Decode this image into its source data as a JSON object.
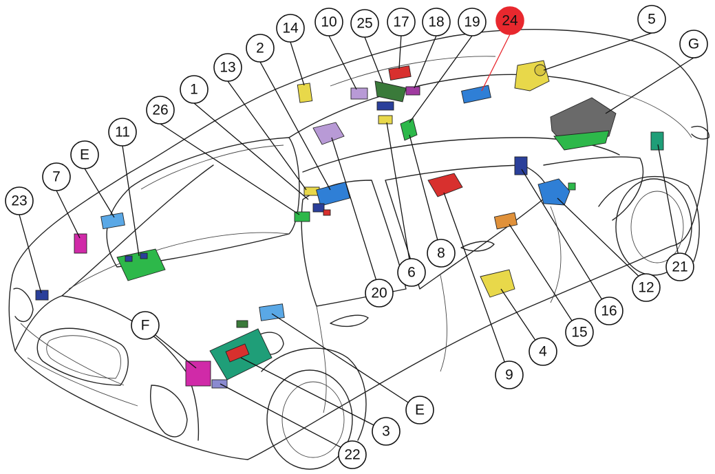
{
  "callouts": [
    {
      "id": "c1",
      "label": "1",
      "highlight": false
    },
    {
      "id": "c2",
      "label": "2",
      "highlight": false
    },
    {
      "id": "c3",
      "label": "3",
      "highlight": false
    },
    {
      "id": "c4",
      "label": "4",
      "highlight": false
    },
    {
      "id": "c5",
      "label": "5",
      "highlight": false
    },
    {
      "id": "c6",
      "label": "6",
      "highlight": false
    },
    {
      "id": "c7",
      "label": "7",
      "highlight": false
    },
    {
      "id": "c8",
      "label": "8",
      "highlight": false
    },
    {
      "id": "c9",
      "label": "9",
      "highlight": false
    },
    {
      "id": "c10",
      "label": "10",
      "highlight": false
    },
    {
      "id": "c11",
      "label": "11",
      "highlight": false
    },
    {
      "id": "c12",
      "label": "12",
      "highlight": false
    },
    {
      "id": "c13",
      "label": "13",
      "highlight": false
    },
    {
      "id": "c14",
      "label": "14",
      "highlight": false
    },
    {
      "id": "c15",
      "label": "15",
      "highlight": false
    },
    {
      "id": "c16",
      "label": "16",
      "highlight": false
    },
    {
      "id": "c17",
      "label": "17",
      "highlight": false
    },
    {
      "id": "c18",
      "label": "18",
      "highlight": false
    },
    {
      "id": "c19",
      "label": "19",
      "highlight": false
    },
    {
      "id": "c20",
      "label": "20",
      "highlight": false
    },
    {
      "id": "c21",
      "label": "21",
      "highlight": false
    },
    {
      "id": "c22",
      "label": "22",
      "highlight": false
    },
    {
      "id": "c23",
      "label": "23",
      "highlight": false
    },
    {
      "id": "c24",
      "label": "24",
      "highlight": true
    },
    {
      "id": "c25",
      "label": "25",
      "highlight": false
    },
    {
      "id": "c26",
      "label": "26",
      "highlight": false
    },
    {
      "id": "cE1",
      "label": "E",
      "highlight": false
    },
    {
      "id": "cE2",
      "label": "E",
      "highlight": false
    },
    {
      "id": "cF",
      "label": "F",
      "highlight": false
    },
    {
      "id": "cG",
      "label": "G",
      "highlight": false
    }
  ],
  "colors": {
    "highlight": "#e8282e",
    "outline": "#222222",
    "yellow": "#e8d84a",
    "blue": "#2f7fd6",
    "light_blue": "#5aa8e6",
    "dark_blue": "#2a3f9a",
    "green": "#2db84a",
    "teal": "#1f9e78",
    "magenta": "#d02aa8",
    "violet": "#a03aa0",
    "lavender": "#b89ad6",
    "orange": "#e0913a",
    "red": "#d8302e",
    "gray": "#6a6a6a",
    "dark_green": "#3a7a3a"
  },
  "modules": [
    {
      "id": "m1",
      "icon": "yellow-module",
      "color": "yellow"
    },
    {
      "id": "m2",
      "icon": "blue-module",
      "color": "blue"
    },
    {
      "id": "m3",
      "icon": "green-circuit-board",
      "color": "dark_green"
    },
    {
      "id": "m4",
      "icon": "yellow-module",
      "color": "yellow"
    },
    {
      "id": "m5",
      "icon": "yellow-motor",
      "color": "yellow"
    },
    {
      "id": "m6",
      "icon": "yellow-connector",
      "color": "yellow"
    },
    {
      "id": "m7",
      "icon": "magenta-module",
      "color": "magenta"
    },
    {
      "id": "m8",
      "icon": "green-module",
      "color": "green"
    },
    {
      "id": "m9",
      "icon": "red-module",
      "color": "red"
    },
    {
      "id": "m10",
      "icon": "lavender-module",
      "color": "lavender"
    },
    {
      "id": "m11",
      "icon": "green-circuit-board",
      "color": "green"
    },
    {
      "id": "m12",
      "icon": "blue-connector-block",
      "color": "blue"
    },
    {
      "id": "m13",
      "icon": "yellow-module",
      "color": "yellow"
    },
    {
      "id": "m14",
      "icon": "yellow-module",
      "color": "yellow"
    },
    {
      "id": "m15",
      "icon": "orange-module",
      "color": "orange"
    },
    {
      "id": "m16",
      "icon": "dark-blue-module",
      "color": "dark_blue"
    },
    {
      "id": "m17",
      "icon": "red-module",
      "color": "red"
    },
    {
      "id": "m18",
      "icon": "violet-module",
      "color": "violet"
    },
    {
      "id": "m19",
      "icon": "green-module",
      "color": "green"
    },
    {
      "id": "m20",
      "icon": "lavender-module",
      "color": "lavender"
    },
    {
      "id": "m21",
      "icon": "teal-module",
      "color": "teal"
    },
    {
      "id": "m22",
      "icon": "lavender-connector",
      "color": "lavender"
    },
    {
      "id": "m23",
      "icon": "dark-blue-module",
      "color": "dark_blue"
    },
    {
      "id": "m24",
      "icon": "blue-module",
      "color": "blue"
    },
    {
      "id": "m25",
      "icon": "dark-green-module",
      "color": "dark_green"
    },
    {
      "id": "m26",
      "icon": "green-module",
      "color": "green"
    },
    {
      "id": "mE1",
      "icon": "light-blue-module",
      "color": "light_blue"
    },
    {
      "id": "mE2",
      "icon": "light-blue-module",
      "color": "light_blue"
    },
    {
      "id": "mF",
      "icon": "magenta-module",
      "color": "magenta"
    },
    {
      "id": "mG",
      "icon": "gray-module",
      "color": "gray"
    }
  ]
}
